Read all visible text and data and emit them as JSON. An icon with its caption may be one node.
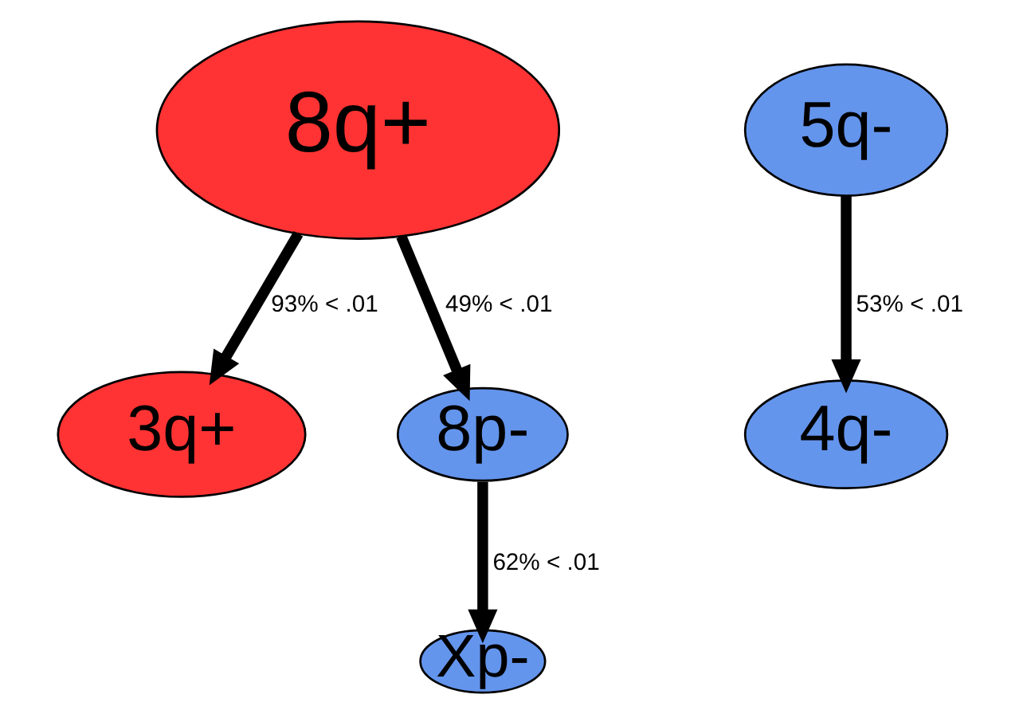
{
  "diagram": {
    "nodes": [
      {
        "text": [
          "8q+"
        ]
      },
      {
        "text": [
          "3q+"
        ]
      },
      {
        "text": [
          "8p-"
        ]
      },
      {
        "text": [
          "Xp-"
        ]
      },
      {
        "text": [
          "5q-"
        ]
      },
      {
        "text": [
          "4q-"
        ]
      }
    ],
    "edges": [
      {
        "from": 0,
        "to": 1,
        "arrow": "to",
        "label": "93% < .01"
      },
      {
        "from": 0,
        "to": 2,
        "arrow": "to",
        "label": "49% < .01"
      },
      {
        "from": 2,
        "to": 3,
        "arrow": "to",
        "label": "62% < .01"
      },
      {
        "from": 4,
        "to": 5,
        "arrow": "to",
        "label": "53% < .01"
      }
    ]
  }
}
